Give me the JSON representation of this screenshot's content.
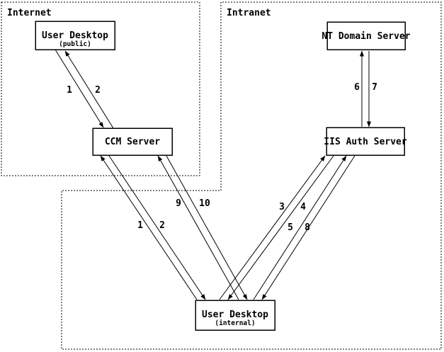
{
  "diagram": {
    "background_color": "#ffffff",
    "line_color": "#000000",
    "zones": {
      "internet": {
        "label": "Internet"
      },
      "intranet": {
        "label": "Intranet"
      }
    },
    "nodes": {
      "user_desktop_public": {
        "title": "User Desktop",
        "subtitle": "(public)",
        "zone": "Internet"
      },
      "ccm_server": {
        "title": "CCM Server",
        "zone": "Internet"
      },
      "nt_domain_server": {
        "title": "NT Domain Server",
        "zone": "Intranet"
      },
      "iis_auth_server": {
        "title": "IIS Auth Server",
        "zone": "Intranet"
      },
      "user_desktop_internal": {
        "title": "User Desktop",
        "subtitle": "(internal)",
        "zone": "Intranet"
      }
    },
    "edges": [
      {
        "label": "1",
        "from": "user-desktop-public",
        "to": "ccm-server"
      },
      {
        "label": "2",
        "from": "ccm-server",
        "to": "user-desktop-public"
      },
      {
        "label": "6",
        "from": "iis-auth-server",
        "to": "nt-domain-server"
      },
      {
        "label": "7",
        "from": "nt-domain-server",
        "to": "iis-auth-server"
      },
      {
        "label": "1",
        "from": "user-desktop-internal",
        "to": "ccm-server"
      },
      {
        "label": "2",
        "from": "ccm-server",
        "to": "user-desktop-internal"
      },
      {
        "label": "9",
        "from": "user-desktop-internal",
        "to": "ccm-server"
      },
      {
        "label": "10",
        "from": "ccm-server",
        "to": "user-desktop-internal"
      },
      {
        "label": "3",
        "from": "user-desktop-internal",
        "to": "iis-auth-server"
      },
      {
        "label": "4",
        "from": "iis-auth-server",
        "to": "user-desktop-internal"
      },
      {
        "label": "5",
        "from": "user-desktop-internal",
        "to": "iis-auth-server"
      },
      {
        "label": "8",
        "from": "iis-auth-server",
        "to": "user-desktop-internal"
      }
    ]
  }
}
